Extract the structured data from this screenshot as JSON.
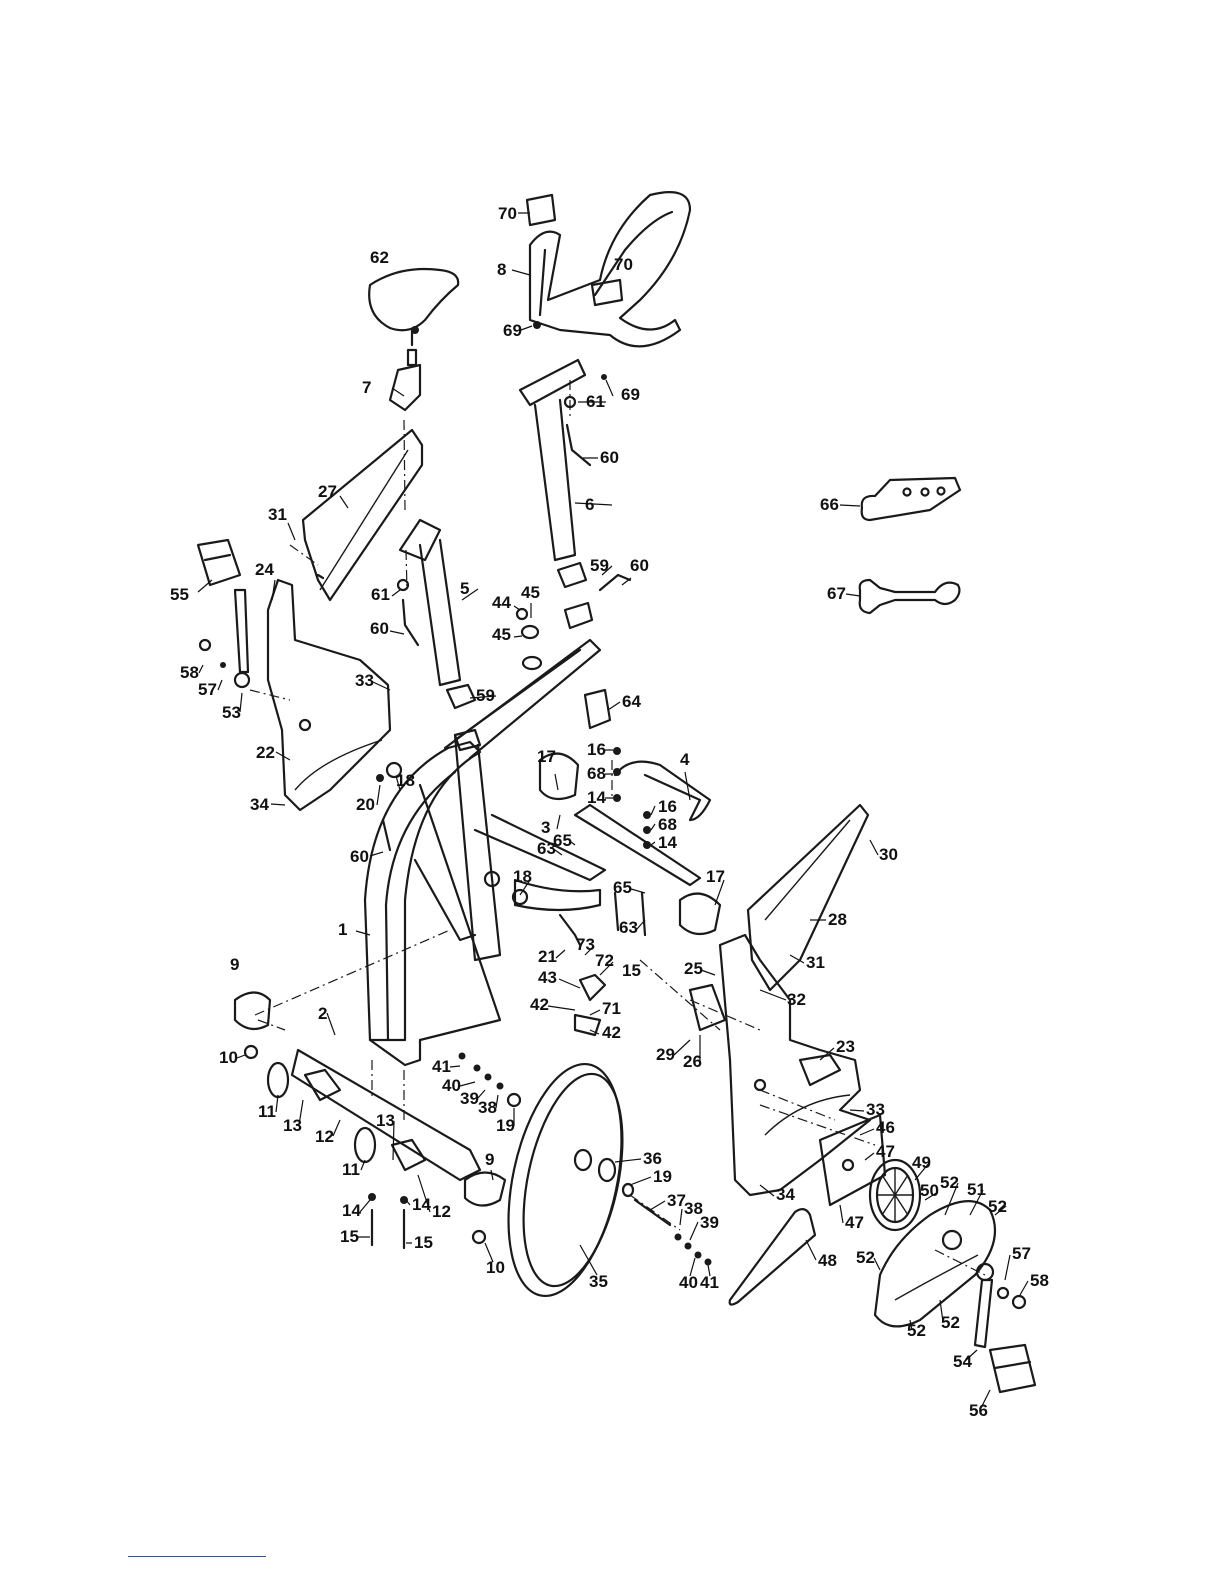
{
  "diagram": {
    "type": "exploded-parts-view",
    "line_color": "#1a1a1a",
    "footer_rule_color": "#2b4fa8",
    "labels": [
      {
        "id": "p70a",
        "text": "70"
      },
      {
        "id": "p8",
        "text": "8"
      },
      {
        "id": "p70b",
        "text": "70"
      },
      {
        "id": "p69a",
        "text": "69"
      },
      {
        "id": "p69b",
        "text": "69"
      },
      {
        "id": "p62",
        "text": "62"
      },
      {
        "id": "p7",
        "text": "7"
      },
      {
        "id": "p61a",
        "text": "61"
      },
      {
        "id": "p60a",
        "text": "60"
      },
      {
        "id": "p27",
        "text": "27"
      },
      {
        "id": "p6",
        "text": "6"
      },
      {
        "id": "p31a",
        "text": "31"
      },
      {
        "id": "p24",
        "text": "24"
      },
      {
        "id": "p55",
        "text": "55"
      },
      {
        "id": "p61b",
        "text": "61"
      },
      {
        "id": "p5",
        "text": "5"
      },
      {
        "id": "p60b",
        "text": "60"
      },
      {
        "id": "p59a",
        "text": "59"
      },
      {
        "id": "p60c",
        "text": "60"
      },
      {
        "id": "p44",
        "text": "44"
      },
      {
        "id": "p45a",
        "text": "45"
      },
      {
        "id": "p45b",
        "text": "45"
      },
      {
        "id": "p58a",
        "text": "58"
      },
      {
        "id": "p57a",
        "text": "57"
      },
      {
        "id": "p53",
        "text": "53"
      },
      {
        "id": "p33a",
        "text": "33"
      },
      {
        "id": "p59b",
        "text": "59"
      },
      {
        "id": "p64",
        "text": "64"
      },
      {
        "id": "p22",
        "text": "22"
      },
      {
        "id": "p18a",
        "text": "18"
      },
      {
        "id": "p20",
        "text": "20"
      },
      {
        "id": "p34a",
        "text": "34"
      },
      {
        "id": "p60d",
        "text": "60"
      },
      {
        "id": "p16a",
        "text": "16"
      },
      {
        "id": "p68a",
        "text": "68"
      },
      {
        "id": "p14a",
        "text": "14"
      },
      {
        "id": "p4",
        "text": "4"
      },
      {
        "id": "p17a",
        "text": "17"
      },
      {
        "id": "p16b",
        "text": "16"
      },
      {
        "id": "p68b",
        "text": "68"
      },
      {
        "id": "p14b",
        "text": "14"
      },
      {
        "id": "p3",
        "text": "3"
      },
      {
        "id": "p65a",
        "text": "65"
      },
      {
        "id": "p63a",
        "text": "63"
      },
      {
        "id": "p30",
        "text": "30"
      },
      {
        "id": "p1",
        "text": "1"
      },
      {
        "id": "p18b",
        "text": "18"
      },
      {
        "id": "p65b",
        "text": "65"
      },
      {
        "id": "p17b",
        "text": "17"
      },
      {
        "id": "p63b",
        "text": "63"
      },
      {
        "id": "p28",
        "text": "28"
      },
      {
        "id": "p21",
        "text": "21"
      },
      {
        "id": "p73",
        "text": "73"
      },
      {
        "id": "p72",
        "text": "72"
      },
      {
        "id": "p15a",
        "text": "15"
      },
      {
        "id": "p31b",
        "text": "31"
      },
      {
        "id": "p9a",
        "text": "9"
      },
      {
        "id": "p43",
        "text": "43"
      },
      {
        "id": "p71",
        "text": "71"
      },
      {
        "id": "p25",
        "text": "25"
      },
      {
        "id": "p32",
        "text": "32"
      },
      {
        "id": "p42a",
        "text": "42"
      },
      {
        "id": "p42b",
        "text": "42"
      },
      {
        "id": "p2",
        "text": "2"
      },
      {
        "id": "p29",
        "text": "29"
      },
      {
        "id": "p26",
        "text": "26"
      },
      {
        "id": "p23",
        "text": "23"
      },
      {
        "id": "p10a",
        "text": "10"
      },
      {
        "id": "p41a",
        "text": "41"
      },
      {
        "id": "p40a",
        "text": "40"
      },
      {
        "id": "p39a",
        "text": "39"
      },
      {
        "id": "p38a",
        "text": "38"
      },
      {
        "id": "p11a",
        "text": "11"
      },
      {
        "id": "p13a",
        "text": "13"
      },
      {
        "id": "p19a",
        "text": "19"
      },
      {
        "id": "p12a",
        "text": "12"
      },
      {
        "id": "p13b",
        "text": "13"
      },
      {
        "id": "p33b",
        "text": "33"
      },
      {
        "id": "p46",
        "text": "46"
      },
      {
        "id": "p47a",
        "text": "47"
      },
      {
        "id": "p49",
        "text": "49"
      },
      {
        "id": "p11b",
        "text": "11"
      },
      {
        "id": "p36",
        "text": "36"
      },
      {
        "id": "p19b",
        "text": "19"
      },
      {
        "id": "p9b",
        "text": "9"
      },
      {
        "id": "p52a",
        "text": "52"
      },
      {
        "id": "p50",
        "text": "50"
      },
      {
        "id": "p51",
        "text": "51"
      },
      {
        "id": "p52b",
        "text": "52"
      },
      {
        "id": "p14c",
        "text": "14"
      },
      {
        "id": "p14d",
        "text": "14"
      },
      {
        "id": "p12b",
        "text": "12"
      },
      {
        "id": "p34b",
        "text": "34"
      },
      {
        "id": "p47b",
        "text": "47"
      },
      {
        "id": "p37",
        "text": "37"
      },
      {
        "id": "p38b",
        "text": "38"
      },
      {
        "id": "p39b",
        "text": "39"
      },
      {
        "id": "p15b",
        "text": "15"
      },
      {
        "id": "p15c",
        "text": "15"
      },
      {
        "id": "p48",
        "text": "48"
      },
      {
        "id": "p57b",
        "text": "57"
      },
      {
        "id": "p52c",
        "text": "52"
      },
      {
        "id": "p58b",
        "text": "58"
      },
      {
        "id": "p10b",
        "text": "10"
      },
      {
        "id": "p35",
        "text": "35"
      },
      {
        "id": "p40b",
        "text": "40"
      },
      {
        "id": "p41b",
        "text": "41"
      },
      {
        "id": "p52d",
        "text": "52"
      },
      {
        "id": "p52e",
        "text": "52"
      },
      {
        "id": "p54",
        "text": "54"
      },
      {
        "id": "p56",
        "text": "56"
      },
      {
        "id": "p66",
        "text": "66"
      },
      {
        "id": "p67",
        "text": "67"
      }
    ]
  }
}
